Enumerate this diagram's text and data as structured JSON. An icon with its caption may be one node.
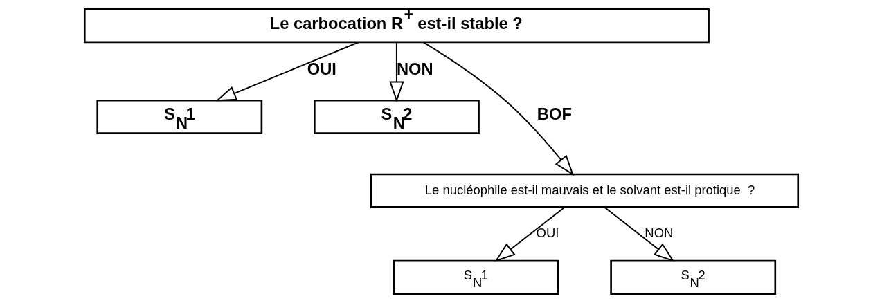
{
  "diagram": {
    "nodes": [
      {
        "text": [
          "Le carbocation R$^{+}$ est-il stable ?"
        ]
      },
      {
        "text": [
          "S$_{N}$1"
        ]
      },
      {
        "text": [
          "S$_{N}$2"
        ]
      },
      {
        "text": [
          "Le nucléophile est-il mauvais et le solvant est-il protique  ?"
        ]
      },
      {
        "text": [
          "S$_{N}$1"
        ]
      },
      {
        "text": [
          "S$_{N}$2"
        ]
      }
    ],
    "edges": [
      {
        "from": 0,
        "to": 1,
        "arrow": "to",
        "label": "OUI"
      },
      {
        "from": 0,
        "to": 3,
        "arrow": "to",
        "label": "BOF"
      },
      {
        "from": 0,
        "to": 2,
        "arrow": "to",
        "label": "NON"
      },
      {
        "from": 3,
        "to": 4,
        "arrow": "to",
        "label": "OUI"
      },
      {
        "from": 3,
        "to": 5,
        "arrow": "to",
        "label": "NON"
      }
    ]
  }
}
